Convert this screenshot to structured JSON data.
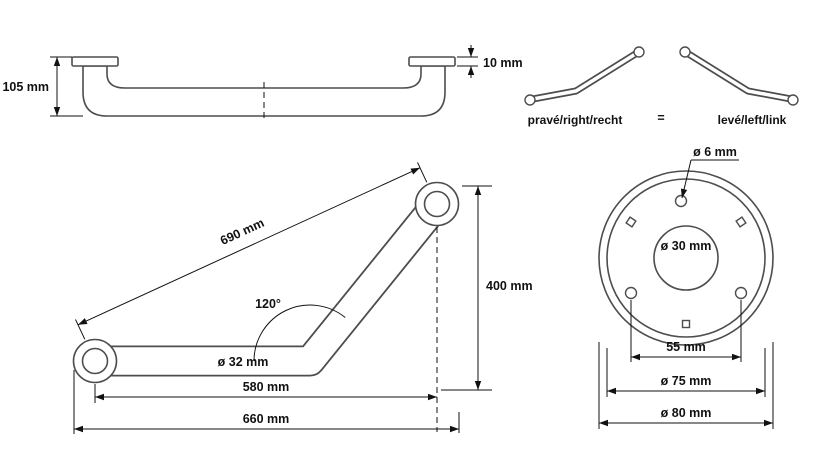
{
  "side_view": {
    "height_label": "105 mm",
    "flange_thickness_label": "10 mm"
  },
  "orientation": {
    "right_label": "pravé/right/recht",
    "equals_sign": "=",
    "left_label": "levé/left/link"
  },
  "angled_view": {
    "arm_length_label": "690 mm",
    "angle_label": "120°",
    "height_label": "400 mm",
    "tube_diameter_label": "ø 32 mm",
    "hole_distance_label": "580 mm",
    "overall_width_label": "660 mm"
  },
  "rosette_view": {
    "screw_hole_label": "ø 6 mm",
    "inner_diameter_label": "ø 30 mm",
    "hole_spacing_label": "55 mm",
    "cover_diameter_label": "ø 75 mm",
    "outer_diameter_label": "ø 80 mm"
  },
  "colors": {
    "tube_outline": "#4d4d4d",
    "dimension_line": "#111111",
    "text": "#111111",
    "background": "#ffffff"
  }
}
